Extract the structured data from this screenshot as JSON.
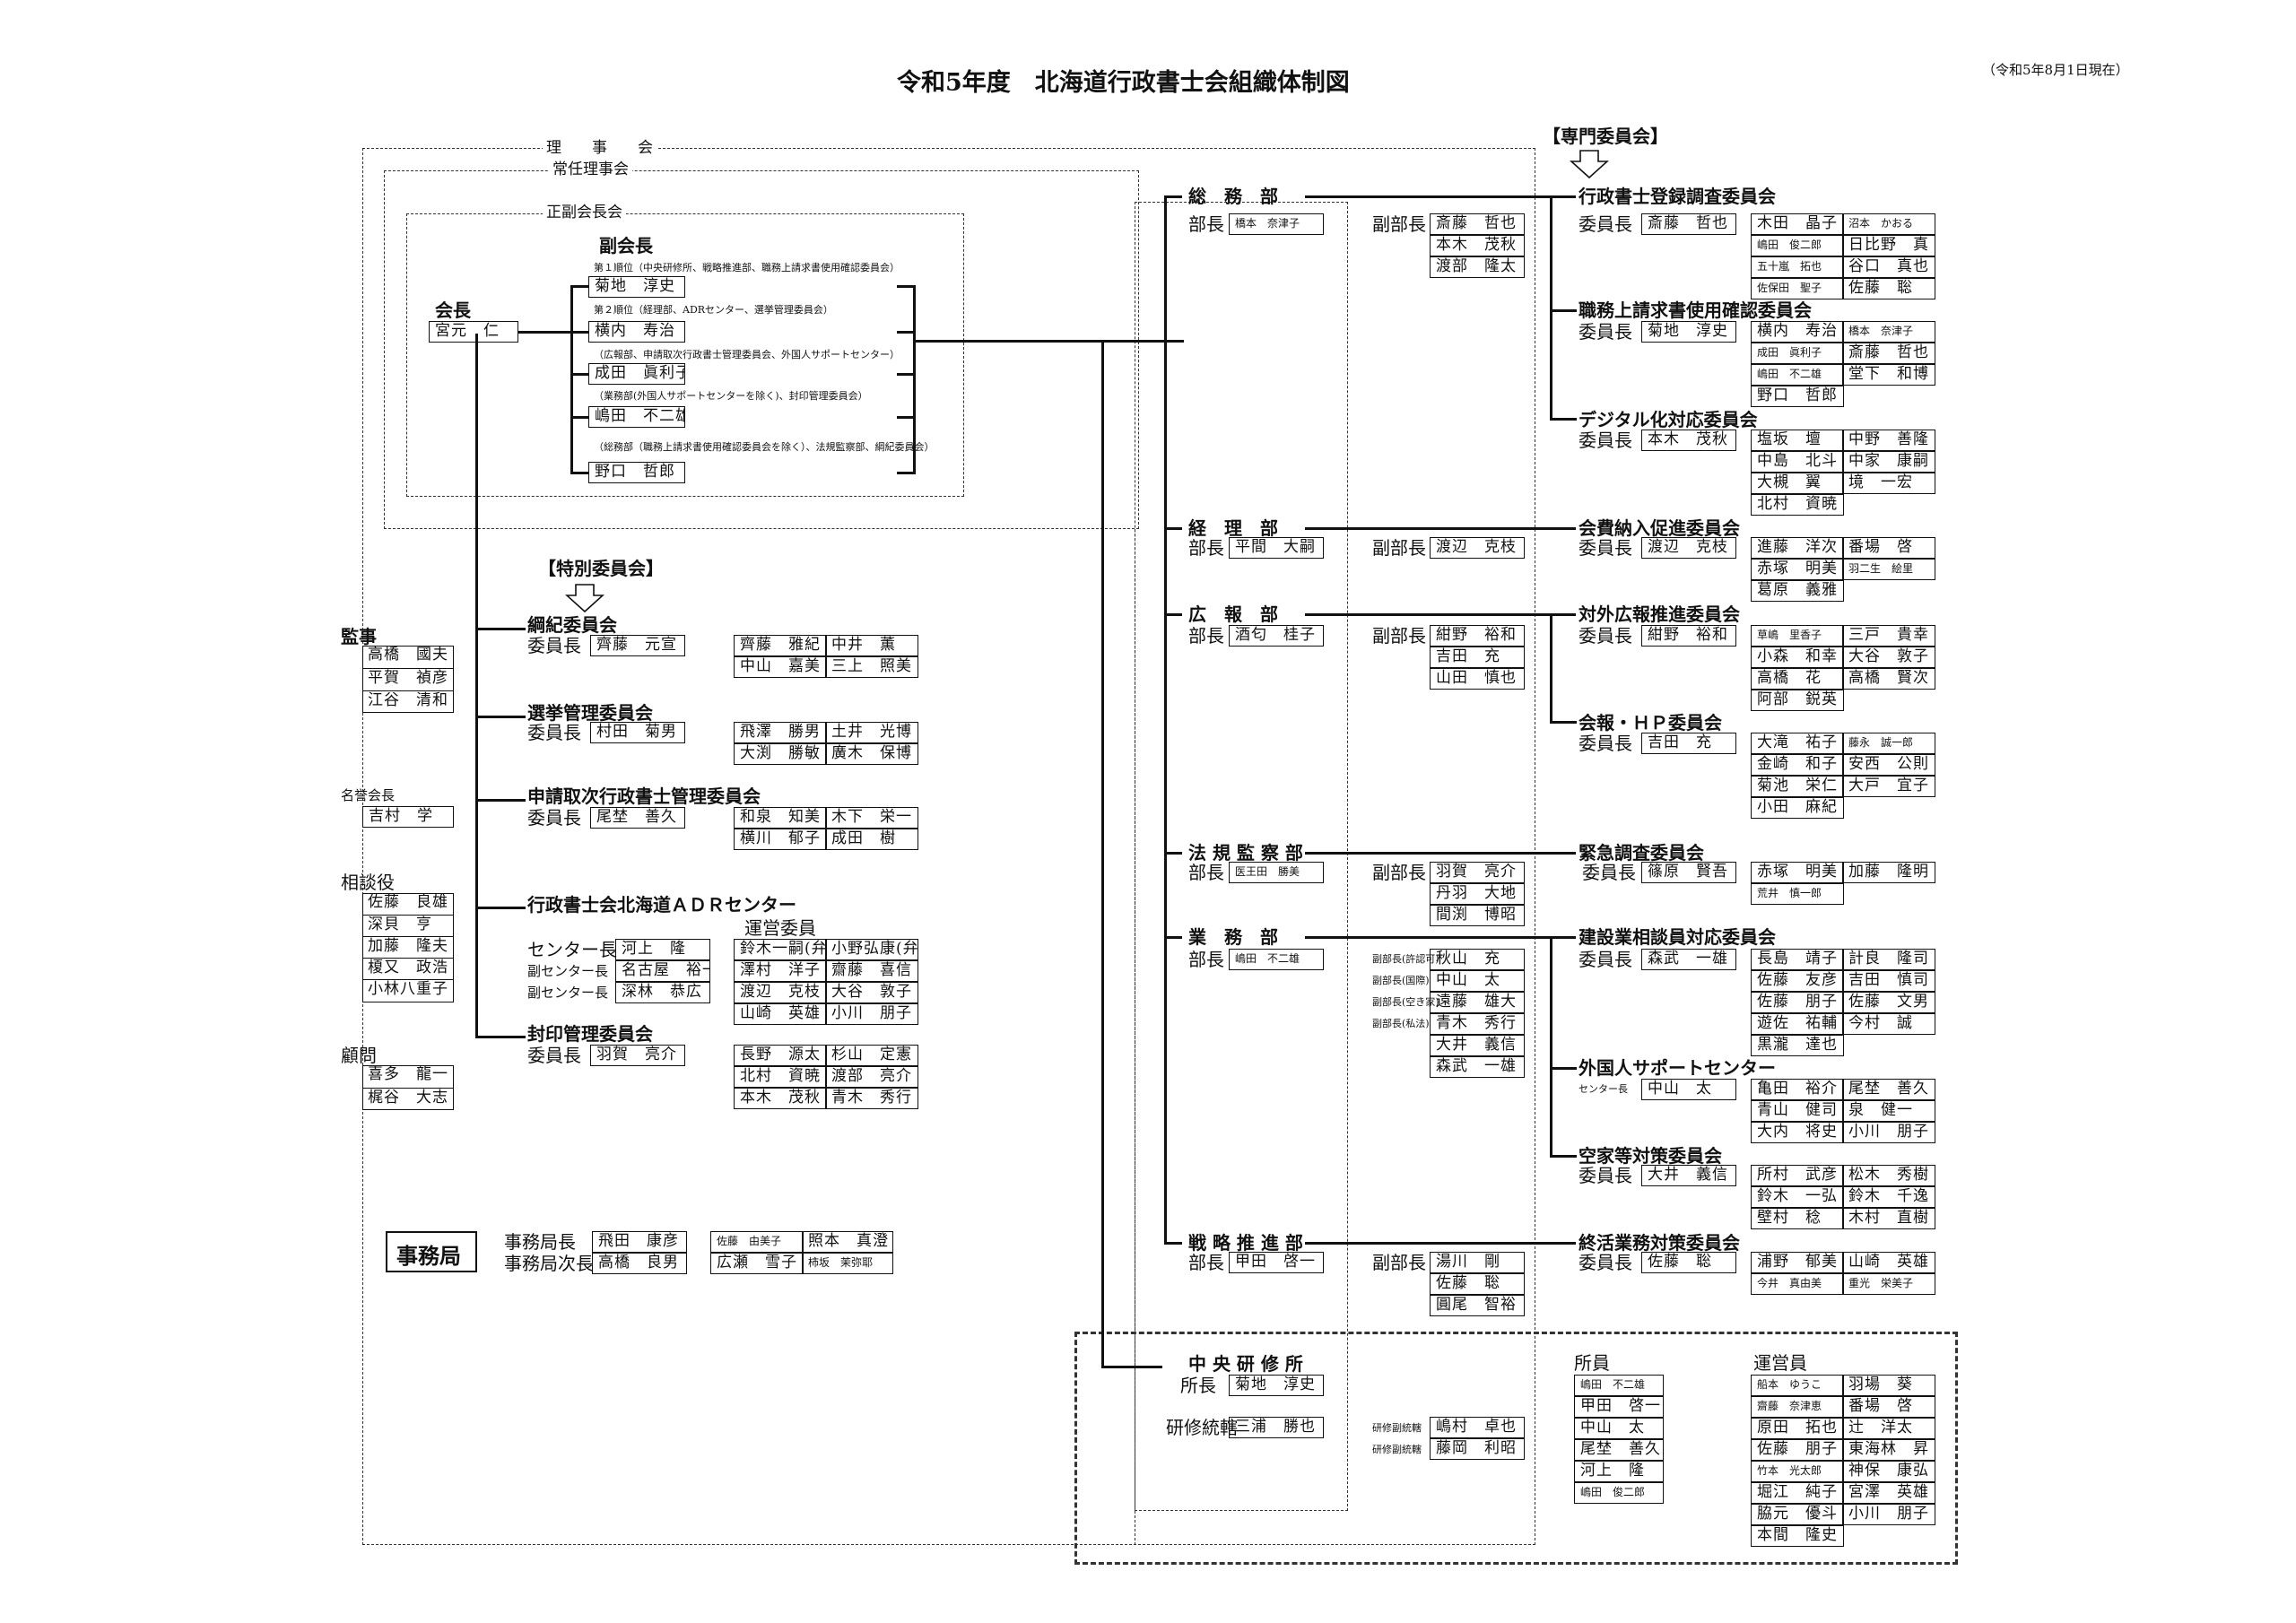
{
  "title": "令和5年度　北海道行政書士会組織体制図",
  "date": "（令和5年8月1日現在）",
  "headers": {
    "rijikai": "理　　事　　会",
    "joninrijikai": "常任理事会",
    "seifukukaichokai": "正副会長会",
    "senmon": "【専門委員会】",
    "tokubetsu": "【特別委員会】"
  },
  "kaicho": {
    "label": "会長",
    "name": "宮元　仁"
  },
  "fukukaicho": {
    "label": "副会長",
    "items": [
      {
        "note": "第１順位（中央研修所、戦略推進部、職務上請求書使用確認委員会）",
        "name": "菊地　淳史"
      },
      {
        "note": "第２順位（経理部、ADRセンター、選挙管理委員会）",
        "name": "横内　寿治"
      },
      {
        "note": "（広報部、申請取次行政書士管理委員会、外国人サポートセンター）",
        "name": "成田　眞利子"
      },
      {
        "note": "（業務部(外国人サポートセンターを除く)、封印管理委員会）",
        "name": "嶋田　不二雄"
      },
      {
        "note": "（総務部（職務上請求書使用確認委員会を除く）、法規監察部、綱紀委員会）",
        "name": "野口　哲郎"
      }
    ]
  },
  "left": {
    "kanji": {
      "label": "監事",
      "names": [
        "高橋　國夫",
        "平賀　禎彦",
        "江谷　清和"
      ]
    },
    "meiyo": {
      "label": "名誉会長",
      "names": [
        "吉村　学"
      ]
    },
    "sodan": {
      "label": "相談役",
      "names": [
        "佐藤　良雄",
        "深貝　亨",
        "加藤　隆夫",
        "榎又　政浩",
        "小林八重子"
      ]
    },
    "komon": {
      "label": "顧問",
      "names": [
        "喜多　龍一",
        "梶谷　大志"
      ]
    }
  },
  "special": [
    {
      "name": "綱紀委員会",
      "role": "委員長",
      "chair": "齊藤　元宣",
      "members": [
        "齊藤　雅紀",
        "中井　薫",
        "中山　嘉美",
        "三上　照美"
      ]
    },
    {
      "name": "選挙管理委員会",
      "role": "委員長",
      "chair": "村田　菊男",
      "members": [
        "飛澤　勝男",
        "土井　光博",
        "大渕　勝敏",
        "廣木　保博"
      ]
    },
    {
      "name": "申請取次行政書士管理委員会",
      "role": "委員長",
      "chair": "尾埜　善久",
      "members": [
        "和泉　知美",
        "木下　栄一",
        "横川　郁子",
        "成田　樹"
      ]
    },
    {
      "name": "封印管理委員会",
      "role": "委員長",
      "chair": "羽賀　亮介",
      "members": [
        "長野　源太",
        "杉山　定憲",
        "北村　資暁",
        "渡部　亮介",
        "本木　茂秋",
        "青木　秀行"
      ]
    }
  ],
  "adr": {
    "name": "行政書士会北海道ＡＤＲセンター",
    "unei": "運営委員",
    "roles": [
      "センター長",
      "副センター長",
      "副センター長"
    ],
    "names": [
      "河上　隆",
      "名古屋　裕一",
      "深林　恭広"
    ],
    "members": [
      "鈴木一嗣(弁)",
      "小野弘康(弁)",
      "澤村　洋子",
      "齋藤　喜信",
      "渡辺　克枝",
      "大谷　敦子",
      "山崎　英雄",
      "小川　朋子"
    ]
  },
  "jimu": {
    "label": "事務局",
    "roles": [
      "事務局長",
      "事務局次長"
    ],
    "names": [
      "飛田　康彦",
      "高橋　良男"
    ],
    "staff": [
      "佐藤　由美子",
      "照本　真澄",
      "広瀬　雪子",
      "柿坂　茉弥耶"
    ]
  },
  "depts": [
    {
      "name": "総　務　部",
      "role": "部長",
      "head": "橋本　奈津子",
      "vrole": "副部長",
      "vices": [
        "斎藤　哲也",
        "本木　茂秋",
        "渡部　隆太"
      ]
    },
    {
      "name": "経　理　部",
      "role": "部長",
      "head": "平間　大嗣",
      "vrole": "副部長",
      "vices": [
        "渡辺　克枝"
      ]
    },
    {
      "name": "広　報　部",
      "role": "部長",
      "head": "酒匂　桂子",
      "vrole": "副部長",
      "vices": [
        "紺野　裕和",
        "吉田　充",
        "山田　慎也"
      ]
    },
    {
      "name": "法 規 監 察 部",
      "role": "部長",
      "head": "医王田　勝美",
      "vrole": "副部長",
      "vices": [
        "羽賀　亮介",
        "丹羽　大地",
        "間渕　博昭"
      ]
    },
    {
      "name": "業　務　部",
      "role": "部長",
      "head": "嶋田　不二雄",
      "vroles": [
        "副部長(許認可)",
        "副部長(国際)",
        "副部長(空き家)",
        "副部長(私法)"
      ],
      "vices": [
        "秋山　充",
        "中山　太",
        "遠藤　雄大",
        "青木　秀行",
        "大井　義信",
        "森武　一雄"
      ]
    },
    {
      "name": "戦 略 推 進 部",
      "role": "部長",
      "head": "甲田　啓一",
      "vrole": "副部長",
      "vices": [
        "湯川　剛",
        "佐藤　聡",
        "圓尾　智裕"
      ]
    }
  ],
  "committees": [
    {
      "name": "行政書士登録調査委員会",
      "role": "委員長",
      "chair": "斎藤　哲也",
      "members": [
        "木田　晶子",
        "沼本　かおる",
        "嶋田　俊二郎",
        "日比野　真",
        "五十嵐　拓也",
        "谷口　真也",
        "佐保田　聖子",
        "佐藤　聡"
      ]
    },
    {
      "name": "職務上請求書使用確認委員会",
      "role": "委員長",
      "chair": "菊地　淳史",
      "members": [
        "横内　寿治",
        "橋本　奈津子",
        "成田　眞利子",
        "斎藤　哲也",
        "嶋田　不二雄",
        "堂下　和博",
        "野口　哲郎"
      ]
    },
    {
      "name": "デジタル化対応委員会",
      "role": "委員長",
      "chair": "本木　茂秋",
      "members": [
        "塩坂　壇",
        "中野　善隆",
        "中島　北斗",
        "中家　康嗣",
        "大槻　翼",
        "境　一宏",
        "北村　資暁"
      ]
    },
    {
      "name": "会費納入促進委員会",
      "role": "委員長",
      "chair": "渡辺　克枝",
      "members": [
        "進藤　洋次",
        "番場　啓",
        "赤塚　明美",
        "羽二生　絵里",
        "葛原　義雅"
      ]
    },
    {
      "name": "対外広報推進委員会",
      "role": "委員長",
      "chair": "紺野　裕和",
      "members": [
        "草嶋　里香子",
        "三戸　貴幸",
        "小森　和幸",
        "大谷　敦子",
        "高橋　花",
        "高橋　賢次",
        "阿部　鋭英"
      ]
    },
    {
      "name": "会報・ＨＰ委員会",
      "role": "委員長",
      "chair": "吉田　充",
      "members": [
        "大滝　祐子",
        "藤永　誠一郎",
        "金崎　和子",
        "安西　公則",
        "菊池　栄仁",
        "大戸　宜子",
        "小田　麻紀"
      ]
    },
    {
      "name": "緊急調査委員会",
      "role": "委員長",
      "chair": "篠原　賢吾",
      "members": [
        "赤塚　明美",
        "加藤　隆明",
        "荒井　慎一郎"
      ]
    },
    {
      "name": "建設業相談員対応委員会",
      "role": "委員長",
      "chair": "森武　一雄",
      "members": [
        "長島　靖子",
        "計良　隆司",
        "佐藤　友彦",
        "吉田　慎司",
        "佐藤　朋子",
        "佐藤　文男",
        "遊佐　祐輔",
        "今村　誠",
        "黒瀧　達也"
      ]
    },
    {
      "name": "外国人サポートセンター",
      "role": "センター長",
      "chair": "中山　太",
      "members": [
        "亀田　裕介",
        "尾埜　善久",
        "青山　健司",
        "泉　健一",
        "大内　将史",
        "小川　朋子"
      ]
    },
    {
      "name": "空家等対策委員会",
      "role": "委員長",
      "chair": "大井　義信",
      "members": [
        "所村　武彦",
        "松木　秀樹",
        "鈴木　一弘",
        "鈴木　千逸",
        "壁村　稔",
        "木村　直樹"
      ]
    },
    {
      "name": "終活業務対策委員会",
      "role": "委員長",
      "chair": "佐藤　聡",
      "members": [
        "浦野　郁美",
        "山崎　英雄",
        "今井　真由美",
        "重光　栄美子"
      ]
    }
  ],
  "kenshu": {
    "name": "中 央 研 修 所",
    "role": "所長",
    "head": "菊地　淳史",
    "role2": "研修統轄",
    "head2": "三浦　勝也",
    "role3": "研修副統轄",
    "sub": [
      "嶋村　卓也",
      "藤岡　利昭"
    ],
    "shoin": "所員",
    "shoin_names": [
      "嶋田　不二雄",
      "甲田　啓一",
      "中山　太",
      "尾埜　善久",
      "河上　隆",
      "嶋田　俊二郎"
    ],
    "uneiin": "運営員",
    "unei_names": [
      "船本　ゆうこ",
      "羽場　葵",
      "齋藤　奈津恵",
      "番場　啓",
      "原田　拓也",
      "辻　洋太",
      "佐藤　朋子",
      "東海林　昇",
      "竹本　光太郎",
      "神保　康弘",
      "堀江　純子",
      "宮澤　英雄",
      "脇元　優斗",
      "小川　朋子",
      "本間　隆史"
    ]
  }
}
